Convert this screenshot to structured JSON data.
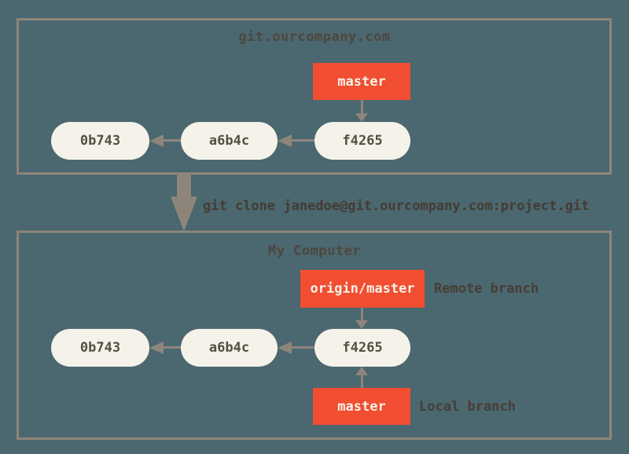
{
  "colors": {
    "background": "#4b6770",
    "box_border": "#8e857a",
    "commit_node_fill": "#f4f2e9",
    "commit_node_text": "#554e42",
    "branch_badge_fill": "#f14e32",
    "branch_badge_text": "#f7f2e7",
    "annotation_text": "#463e34",
    "arrow": "#8e857a"
  },
  "server": {
    "title": "git.ourcompany.com",
    "branch_label": "master",
    "commits": [
      "0b743",
      "a6b4c",
      "f4265"
    ]
  },
  "clone": {
    "command": "git clone janedoe@git.ourcompany.com:project.git"
  },
  "local": {
    "title": "My Computer",
    "remote_branch_label": "origin/master",
    "remote_branch_annotation": "Remote branch",
    "local_branch_label": "master",
    "local_branch_annotation": "Local branch",
    "commits": [
      "0b743",
      "a6b4c",
      "f4265"
    ]
  }
}
